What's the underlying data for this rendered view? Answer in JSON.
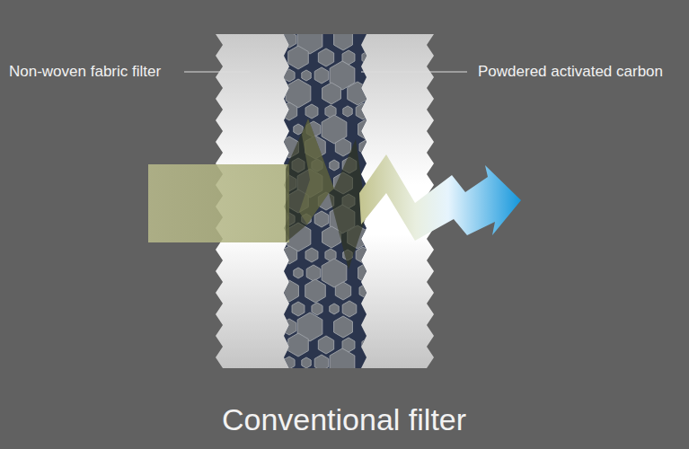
{
  "diagram": {
    "title": "Conventional filter",
    "labels": [
      "Non-woven fabric filter",
      "Powdered activated carbon"
    ]
  }
}
